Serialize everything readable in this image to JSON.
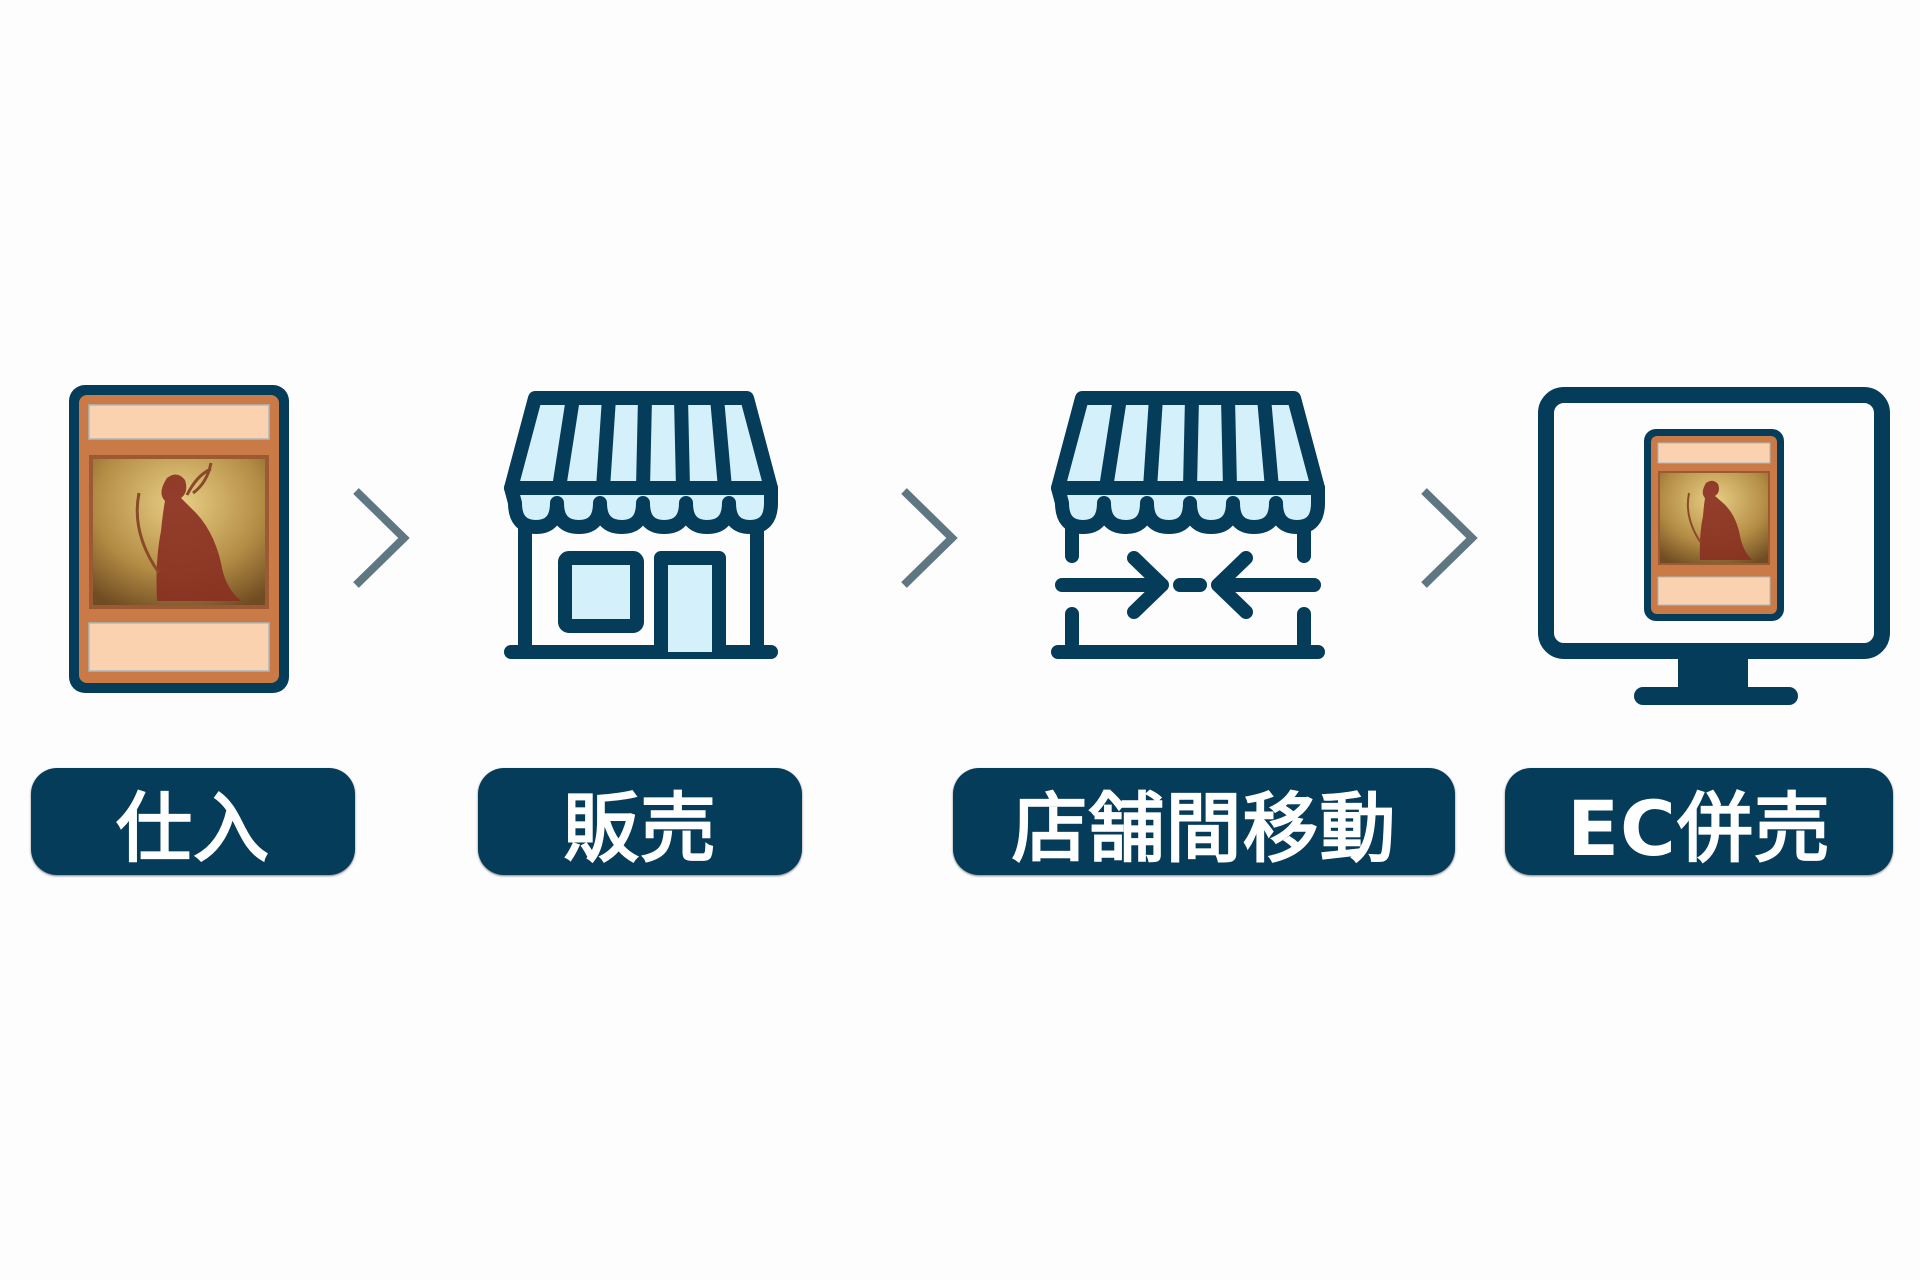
{
  "diagram": {
    "type": "process-flow",
    "colors": {
      "primary_navy": "#053c5a",
      "light_blue_fill": "#d3f0fb",
      "chevron_gray": "#5f7783",
      "card_orange": "#c97a46",
      "card_panel_peach": "#fbd2b0",
      "background": "#fdfdfd"
    },
    "steps": [
      {
        "id": "step-1",
        "icon": "trading-card-icon",
        "label": "仕入"
      },
      {
        "id": "step-2",
        "icon": "storefront-icon",
        "label": "販売"
      },
      {
        "id": "step-3",
        "icon": "store-transfer-icon",
        "label": "店舗間移動"
      },
      {
        "id": "step-4",
        "icon": "monitor-card-icon",
        "label": "EC併売"
      }
    ],
    "connectors": [
      {
        "icon": "chevron-right-icon"
      },
      {
        "icon": "chevron-right-icon"
      },
      {
        "icon": "chevron-right-icon"
      }
    ]
  }
}
